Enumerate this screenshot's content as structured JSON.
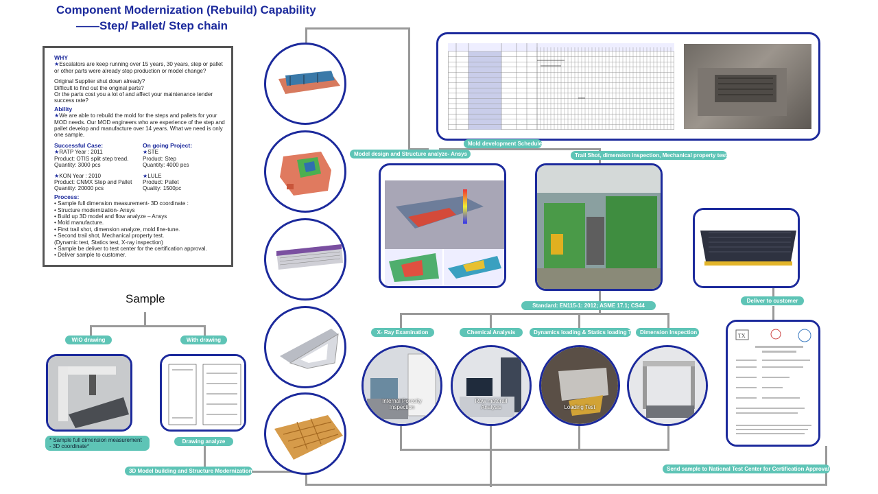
{
  "title": {
    "line1": "Component Modernization (Rebuild) Capability",
    "line2": "——Step/ Pallet/ Step chain"
  },
  "infobox": {
    "why_heading": "WHY",
    "why_text": "Escalators are keep running over 15 years, 30 years, step or pallet or other parts were already stop production or model change?",
    "why_q1": "Original Supplier shut down already?",
    "why_q2": "Difficult to find out the original parts?",
    "why_q3": "Or the parts cost you a lot of and affect your maintenance tender success rate?",
    "ability_heading": "Ability",
    "ability_text": "We are able to rebuild the mold for the steps and pallets for your MOD needs. Our MOD engineers who are experience of the step and pallet develop and manufacture over 14 years.  What we need is only one sample.",
    "success_heading": "Successful Case:",
    "ongoing_heading": "On going Project:",
    "case1_l1": "RATP    Year : 2011",
    "case1_l2": "Product: OTIS split step tread.",
    "case1_l3": "Quantity: 3000 pcs",
    "case2_l1": "KON    Year : 2010",
    "case2_l2": "Product: CNMX Step and Pallet",
    "case2_l3": "Quantity: 20000 pcs",
    "proj1_l1": "STE",
    "proj1_l2": "Product: Step",
    "proj1_l3": "Quantity: 4000 pcs",
    "proj2_l1": "LULE",
    "proj2_l2": "Product: Pallet",
    "proj2_l3": "Quality: 1500pc",
    "process_heading": "Process:",
    "process": [
      "• Sample full dimension measurement- 3D coordinate :",
      "• Structure modernization- Ansys",
      "• Build up 3D model and flow analyze – Ansys",
      "• Mold manufacture.",
      "• First trail shot, dimension analyze, mold fine-tune.",
      "• Second trail shot,  Mechanical property test.",
      "  (Dynamic test, Statics test, X-ray inspection)",
      "• Sample be deliver to test center for the certification approval.",
      "• Deliver sample to customer."
    ]
  },
  "sample_label": "Sample",
  "labels": {
    "wo_drawing": "W/O drawing",
    "with_drawing": "With drawing",
    "measure_note_l1": "* Sample full dimension measurement",
    "measure_note_l2": "- 3D coordinate*",
    "drawing_analyze": "Drawing analyze",
    "model_building": "3D Model building and Structure Modernization",
    "model_design": "Model design and Structure analyze- Ansys",
    "mold_schedule": "Mold development Schedule",
    "trail_shot": "Trail Shot, dimension inspection, Mechanical property test.",
    "standard": "Standard: EN115-1: 2012; ASME 17.1; CS44",
    "deliver": "Deliver to customer",
    "xray": "X- Ray Examination",
    "chemical": "Chemical Analysis",
    "dynamics": "Dynamics loading & Statics loading Test",
    "dimension": "Dimension Inspection",
    "send_sample": "Send sample to National Test Center for Certification Approval"
  },
  "photo_captions": {
    "xray_l1": "Internal Porosity",
    "xray_l2": "Inspection",
    "chem_l1": "Raw materail",
    "chem_l2": "Analysis",
    "load": "Loading Test"
  },
  "colors": {
    "title": "#1c2a9c",
    "pill": "#5ec4b6",
    "border": "#1c2a9c",
    "connector": "#999999"
  }
}
